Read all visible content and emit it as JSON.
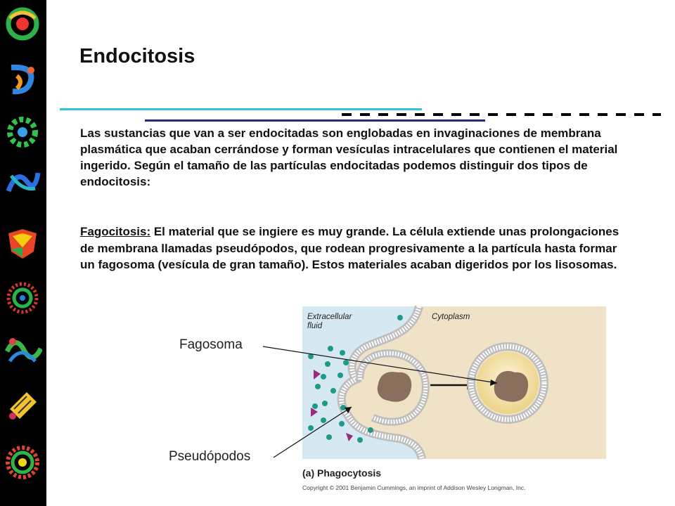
{
  "slide": {
    "title": "Endocitosis",
    "paragraph1": "Las sustancias que van a ser endocitadas son englobadas en invaginaciones de membrana plasmática que acaban cerrándose y forman vesículas intracelulares que contienen el material ingerido. Según el tamaño de las partículas endocitadas podemos distinguir dos tipos de endocitosis:",
    "paragraph2_term": "Fagocitosis:",
    "paragraph2_text": " El material que se ingiere es muy grande. La célula extiende unas prolongaciones de membrana llamadas pseudópodos, que rodean progresivamente a la partícula hasta formar un fagosoma (vesícula de gran tamaño). Estos materiales acaban digeridos por los lisosomas."
  },
  "figure": {
    "region_extracellular_line1": "Extracellular",
    "region_extracellular_line2": "fluid",
    "region_cytoplasm": "Cytoplasm",
    "label_fagosoma": "Fagosoma",
    "label_pseudopodos": "Pseudópodos",
    "caption": "(a) Phagocytosis",
    "copyright": "Copyright © 2001 Benjamin Cummings, an imprint of Addison Wesley Longman, Inc.",
    "colors": {
      "extracellular": "#d6e8f1",
      "cytoplasm": "#efe2c6",
      "particle": "#8b6f5e",
      "dot": "#1f9a8a",
      "triangle": "#9c2a7e",
      "membrane": "#b9b9b9"
    }
  }
}
